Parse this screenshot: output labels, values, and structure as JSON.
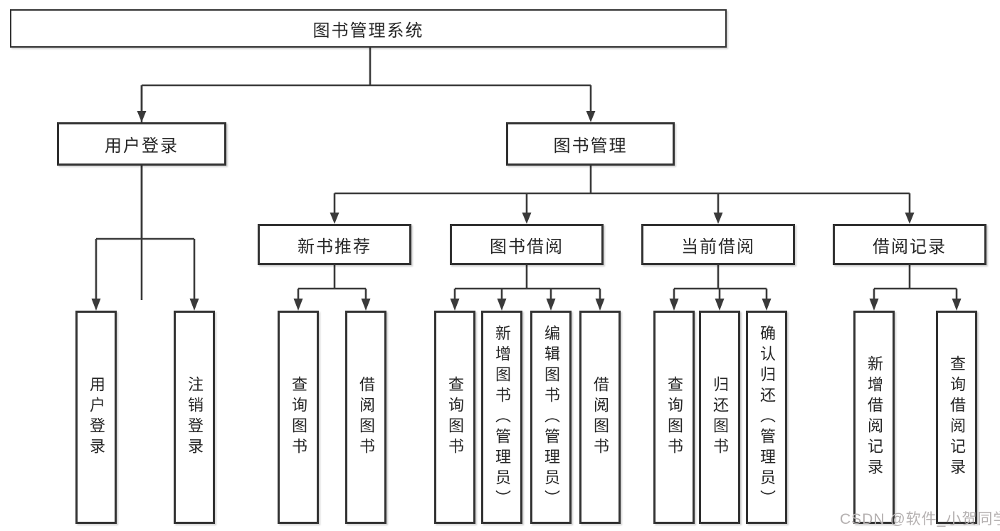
{
  "diagram_title": "图书管理系统",
  "nodes": {
    "root": {
      "label": "图书管理系统"
    },
    "level2": [
      {
        "label": "用户登录"
      },
      {
        "label": "图书管理"
      }
    ],
    "level3": [
      {
        "label": "新书推荐",
        "parent": "图书管理"
      },
      {
        "label": "图书借阅",
        "parent": "图书管理"
      },
      {
        "label": "当前借阅",
        "parent": "图书管理"
      },
      {
        "label": "借阅记录",
        "parent": "图书管理"
      }
    ],
    "leaves": [
      {
        "label": "用户登录",
        "parent": "用户登录"
      },
      {
        "label": "注销登录",
        "parent": "用户登录"
      },
      {
        "label": "查询图书",
        "parent": "新书推荐"
      },
      {
        "label": "借阅图书",
        "parent": "新书推荐"
      },
      {
        "label": "查询图书",
        "parent": "图书借阅"
      },
      {
        "label": "新增图书（管理员）",
        "parent": "图书借阅"
      },
      {
        "label": "编辑图书（管理员）",
        "parent": "图书借阅"
      },
      {
        "label": "借阅图书",
        "parent": "图书借阅"
      },
      {
        "label": "查询图书",
        "parent": "当前借阅"
      },
      {
        "label": "归还图书",
        "parent": "当前借阅"
      },
      {
        "label": "确认归还（管理员）",
        "parent": "当前借阅"
      },
      {
        "label": "新增借阅记录",
        "parent": "借阅记录"
      },
      {
        "label": "查询借阅记录",
        "parent": "借阅记录"
      }
    ]
  },
  "watermark": "CSDN @软件_小贺同学",
  "colors": {
    "line": "#3a3a3a",
    "box_border": "#333333",
    "box_fill": "#ffffff",
    "text": "#262626",
    "background": "#ffffff",
    "watermark": "#b4b0b0"
  }
}
